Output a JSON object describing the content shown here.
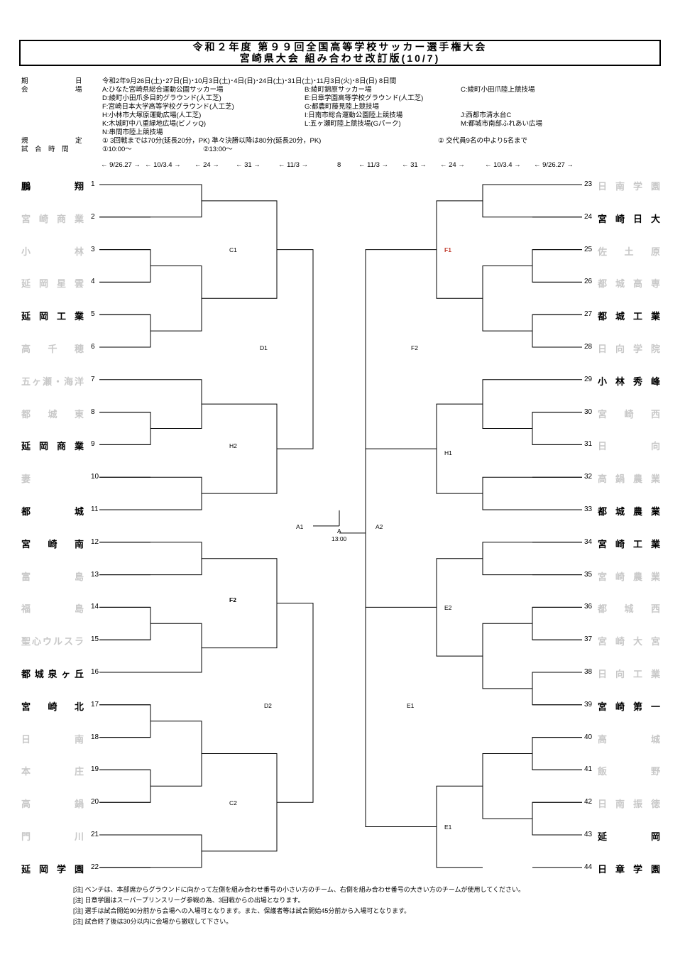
{
  "title": {
    "line1": "令和２年度 第９９回全国高等学校サッカー選手権大会",
    "line2": "宮崎県大会  組み合わせ改訂版(10/7)"
  },
  "info": {
    "dates_label": "期　　　　　　　日",
    "dates_value": "令和2年9月26日(土)･27日(日)･10月3日(土)･4日(日)･24日(土)･31日(土)･11月3日(火)･8日(日)  8日間",
    "venue_label": "会　　　　　　　場",
    "venues": [
      "A:ひなた宮崎県総合運動公園サッカー場",
      "B:綾町錦原サッカー場",
      "C:綾町小田爪陸上競技場",
      "D:綾町小田爪多目的グラウンド(人工芝)",
      "E:日章学園高等学校グラウンド(人工芝)",
      "F:宮崎日本大学高等学校グラウンド(人工芝)",
      "G:都農町藤見陸上競技場",
      "H:小林市大塚原運動広場(人工芝)",
      "I:日南市総合運動公園陸上競技場",
      "J:西都市清水台C",
      "K:木城町中八重緑地広場(ビノッQ)",
      "L:五ヶ瀬町陸上競技場(Gパーク)",
      "M:都城市南部ふれあい広場",
      "N:串間市陸上競技場"
    ],
    "rules_label": "規　　　　　　　定",
    "rules_value": "① 3回戦までは70分(延長20分，PK)   準々決勝以降は80分(延長20分，PK)",
    "rules_value2": "② 交代員9名の中より5名まで",
    "times_label": "試　合　時　間",
    "time1": "①10:00～",
    "time2": "②13:00～"
  },
  "date_row": {
    "left": [
      "← 9/26.27 →",
      "← 10/3.4 →",
      "← 24 →",
      "← 31 →",
      "← 11/3 →"
    ],
    "center": "8",
    "right": [
      "← 11/3 →",
      "← 31 →",
      "← 24 →",
      "← 10/3.4 →",
      "← 9/26.27 →"
    ]
  },
  "teams_left": [
    {
      "num": "1",
      "name": "鵬　　翔",
      "bold": true
    },
    {
      "num": "2",
      "name": "宮崎商業",
      "bold": false
    },
    {
      "num": "3",
      "name": "小　　林",
      "bold": false
    },
    {
      "num": "4",
      "name": "延岡星雲",
      "bold": false
    },
    {
      "num": "5",
      "name": "延岡工業",
      "bold": true
    },
    {
      "num": "6",
      "name": "高 千 穂",
      "bold": false
    },
    {
      "num": "7",
      "name": "五ヶ瀬・海洋",
      "bold": false
    },
    {
      "num": "8",
      "name": "都 城 東",
      "bold": false
    },
    {
      "num": "9",
      "name": "延岡商業",
      "bold": true
    },
    {
      "num": "10",
      "name": "妻",
      "bold": false
    },
    {
      "num": "11",
      "name": "都　　城",
      "bold": true
    },
    {
      "num": "12",
      "name": "宮 崎 南",
      "bold": true
    },
    {
      "num": "13",
      "name": "富　　島",
      "bold": false
    },
    {
      "num": "14",
      "name": "福　　島",
      "bold": false
    },
    {
      "num": "15",
      "name": "聖心ウルスラ",
      "bold": false
    },
    {
      "num": "16",
      "name": "都城泉ヶ丘",
      "bold": true
    },
    {
      "num": "17",
      "name": "宮 崎 北",
      "bold": true
    },
    {
      "num": "18",
      "name": "日　　南",
      "bold": false
    },
    {
      "num": "19",
      "name": "本　　庄",
      "bold": false
    },
    {
      "num": "20",
      "name": "高　　鍋",
      "bold": false
    },
    {
      "num": "21",
      "name": "門　　川",
      "bold": false
    },
    {
      "num": "22",
      "name": "延岡学園",
      "bold": true
    }
  ],
  "teams_right": [
    {
      "num": "23",
      "name": "日南学園",
      "bold": false
    },
    {
      "num": "24",
      "name": "宮崎日大",
      "bold": true
    },
    {
      "num": "25",
      "name": "佐 土 原",
      "bold": false
    },
    {
      "num": "26",
      "name": "都城高専",
      "bold": false
    },
    {
      "num": "27",
      "name": "都城工業",
      "bold": true
    },
    {
      "num": "28",
      "name": "日向学院",
      "bold": false
    },
    {
      "num": "29",
      "name": "小林秀峰",
      "bold": true
    },
    {
      "num": "30",
      "name": "宮 崎 西",
      "bold": false
    },
    {
      "num": "31",
      "name": "日　　向",
      "bold": false
    },
    {
      "num": "32",
      "name": "高鍋農業",
      "bold": false
    },
    {
      "num": "33",
      "name": "都城農業",
      "bold": true
    },
    {
      "num": "34",
      "name": "宮崎工業",
      "bold": true
    },
    {
      "num": "35",
      "name": "宮崎農業",
      "bold": false
    },
    {
      "num": "36",
      "name": "都 城 西",
      "bold": false
    },
    {
      "num": "37",
      "name": "宮崎大宮",
      "bold": false
    },
    {
      "num": "38",
      "name": "日向工業",
      "bold": false
    },
    {
      "num": "39",
      "name": "宮崎第一",
      "bold": true
    },
    {
      "num": "40",
      "name": "高　　城",
      "bold": false
    },
    {
      "num": "41",
      "name": "飯　　野",
      "bold": false
    },
    {
      "num": "42",
      "name": "日南振徳",
      "bold": false
    },
    {
      "num": "43",
      "name": "延　　岡",
      "bold": true
    },
    {
      "num": "44",
      "name": "日章学園",
      "bold": true
    }
  ],
  "round_labels": {
    "c1": "C1",
    "d1": "D1",
    "h2": "H2",
    "f2_left": "F2",
    "d2": "D2",
    "c2": "C2",
    "a1": "A1",
    "a_center": "A",
    "a_time": "13:00",
    "a2": "A2",
    "f1": "F1",
    "f2_right": "F2",
    "h1": "H1",
    "e2": "E2",
    "e1_top": "E1",
    "e1_bottom": "E1"
  },
  "notes": [
    "[注]  ベンチは、本部席からグラウンドに向かって左側を組み合わせ番号の小さい方のチーム、右側を組み合わせ番号の大きい方のチームが使用してください。",
    "[注]  日章学園はスーパープリンスリーグ参戦の為、3回戦からの出場となります。",
    "[注]  選手は試合開始90分前から会場への入場可となります。また、保護者等は試合開始45分前から入場可となります。",
    "[注]  試合終了後は30分以内に会場から撤収して下さい。"
  ],
  "colors": {
    "dim_text": "#c8c8c8",
    "accent_red": "#c0392b"
  }
}
